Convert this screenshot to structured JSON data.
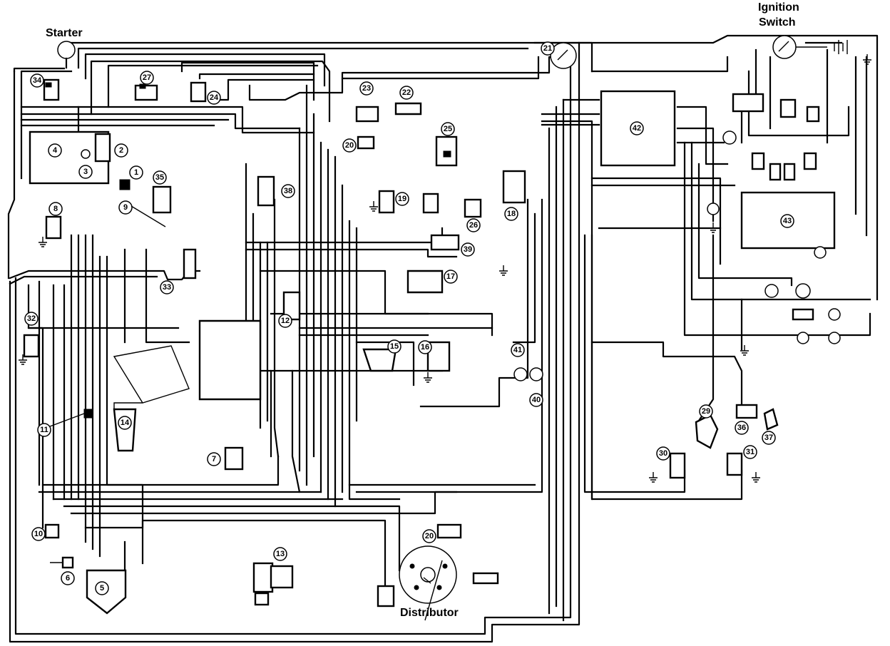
{
  "labels": {
    "starter": "Starter",
    "ignition_switch_line1": "Ignition",
    "ignition_switch_line2": "Switch",
    "distributor": "Distributor"
  },
  "components": [
    {
      "id": "1",
      "num": "1"
    },
    {
      "id": "2",
      "num": "2"
    },
    {
      "id": "3",
      "num": "3"
    },
    {
      "id": "4",
      "num": "4"
    },
    {
      "id": "5",
      "num": "5"
    },
    {
      "id": "6",
      "num": "6"
    },
    {
      "id": "7",
      "num": "7"
    },
    {
      "id": "8",
      "num": "8"
    },
    {
      "id": "9",
      "num": "9"
    },
    {
      "id": "10",
      "num": "10"
    },
    {
      "id": "11",
      "num": "11"
    },
    {
      "id": "12",
      "num": "12"
    },
    {
      "id": "13",
      "num": "13"
    },
    {
      "id": "14",
      "num": "14"
    },
    {
      "id": "15",
      "num": "15"
    },
    {
      "id": "16",
      "num": "16"
    },
    {
      "id": "17",
      "num": "17"
    },
    {
      "id": "18",
      "num": "18"
    },
    {
      "id": "19",
      "num": "19"
    },
    {
      "id": "20a",
      "num": "20"
    },
    {
      "id": "20b",
      "num": "20"
    },
    {
      "id": "21",
      "num": "21"
    },
    {
      "id": "22",
      "num": "22"
    },
    {
      "id": "23",
      "num": "23"
    },
    {
      "id": "24",
      "num": "24"
    },
    {
      "id": "25",
      "num": "25"
    },
    {
      "id": "26",
      "num": "26"
    },
    {
      "id": "27",
      "num": "27"
    },
    {
      "id": "29",
      "num": "29"
    },
    {
      "id": "30",
      "num": "30"
    },
    {
      "id": "31",
      "num": "31"
    },
    {
      "id": "32",
      "num": "32"
    },
    {
      "id": "33",
      "num": "33"
    },
    {
      "id": "34",
      "num": "34"
    },
    {
      "id": "35",
      "num": "35"
    },
    {
      "id": "36",
      "num": "36"
    },
    {
      "id": "37",
      "num": "37"
    },
    {
      "id": "38",
      "num": "38"
    },
    {
      "id": "39",
      "num": "39"
    },
    {
      "id": "40",
      "num": "40"
    },
    {
      "id": "41",
      "num": "41"
    },
    {
      "id": "42",
      "num": "42"
    },
    {
      "id": "43",
      "num": "43"
    }
  ]
}
